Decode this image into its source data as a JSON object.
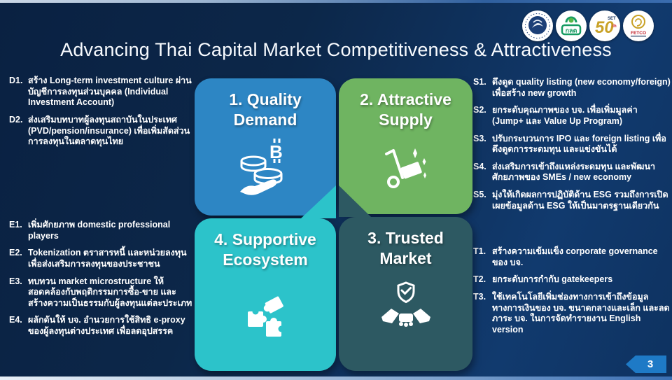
{
  "slide": {
    "title": "Advancing Thai Capital Market Competitiveness & Attractiveness",
    "page_number": "3"
  },
  "colors": {
    "background_navy": "#0c2749",
    "quadrant_blue": "#2d86c4",
    "quadrant_green": "#6fb461",
    "quadrant_teal": "#2cc3ca",
    "quadrant_dark_slate": "#2d5962",
    "badge_blue": "#1e7ac6",
    "strip_light": "#e9f0f8",
    "strip_blue": "#3a6fb3",
    "logo_gold": "#c9a227",
    "logo_green": "#169b62",
    "logo_navy": "#1c3f77",
    "logo_red": "#c0202a"
  },
  "logos": [
    {
      "name": "ministry-of-finance-seal"
    },
    {
      "name": "sec-thailand",
      "text": "กลต"
    },
    {
      "name": "set-50th-anniversary",
      "text": "50",
      "sub": "SET",
      "sup": "th"
    },
    {
      "name": "fetco",
      "text": "FETCO"
    }
  ],
  "quadrants": [
    {
      "title": "1. Quality Demand",
      "icon": "coins-hand-icon",
      "color": "#2d86c4"
    },
    {
      "title": "2. Attractive Supply",
      "icon": "hand-truck-icon",
      "color": "#6fb461"
    },
    {
      "title": "3. Trusted Market",
      "icon": "handshake-shield-icon",
      "color": "#2d5962"
    },
    {
      "title": "4. Supportive Ecosystem",
      "icon": "puzzle-icon",
      "color": "#2cc3ca"
    }
  ],
  "left": {
    "demand": [
      {
        "label": "D1.",
        "text": "สร้าง Long-term investment culture ผ่านบัญชีการลงทุนส่วนบุคคล (Individual Investment Account)"
      },
      {
        "label": "D2.",
        "text": "ส่งเสริมบทบาทผู้ลงทุนสถาบันในประเทศ (PVD/pension/insurance) เพื่อเพิ่มสัดส่วนการลงทุนในตลาดทุนไทย"
      }
    ],
    "ecosystem": [
      {
        "label": "E1.",
        "text": "เพิ่มศักยภาพ domestic professional players"
      },
      {
        "label": "E2.",
        "text": "Tokenization ตราสารหนี้ และหน่วยลงทุน เพื่อส่งเสริมการลงทุนของประชาชน"
      },
      {
        "label": "E3.",
        "text": "ทบทวน market microstructure ให้สอดคล้องกับพฤติกรรมการซื้อ-ขาย และสร้างความเป็นธรรมกับผู้ลงทุนแต่ละประเภท"
      },
      {
        "label": "E4.",
        "text": "ผลักดันให้ บจ. อำนวยการใช้สิทธิ e-proxy ของผู้ลงทุนต่างประเทศ เพื่อลดอุปสรรค"
      }
    ]
  },
  "right": {
    "supply": [
      {
        "label": "S1.",
        "text": "ดึงดูด quality listing (new economy/foreign) เพื่อสร้าง new growth"
      },
      {
        "label": "S2.",
        "text": "ยกระดับคุณภาพของ บจ. เพื่อเพิ่มมูลค่า (Jump+ และ Value Up Program)"
      },
      {
        "label": "S3.",
        "text": "ปรับกระบวนการ IPO และ foreign listing เพื่อดึงดูดการระดมทุน และแข่งขันได้"
      },
      {
        "label": "S4.",
        "text": "ส่งเสริมการเข้าถึงแหล่งระดมทุน และพัฒนาศักยภาพของ SMEs / new economy"
      },
      {
        "label": "S5.",
        "text": "มุ่งให้เกิดผลการปฏิบัติด้าน ESG รวมถึงการเปิดเผยข้อมูลด้าน ESG ให้เป็นมาตรฐานเดียวกัน"
      }
    ],
    "trusted": [
      {
        "label": "T1.",
        "text": "สร้างความเข้มแข็ง corporate governance ของ บจ."
      },
      {
        "label": "T2.",
        "text": "ยกระดับการกำกับ gatekeepers"
      },
      {
        "label": "T3.",
        "text": "ใช้เทคโนโลยีเพิ่มช่องทางการเข้าถึงข้อมูลทางการเงินของ บจ. ขนาดกลางและเล็ก และลดภาระ บจ. ในการจัดทำรายงาน English version"
      }
    ]
  }
}
